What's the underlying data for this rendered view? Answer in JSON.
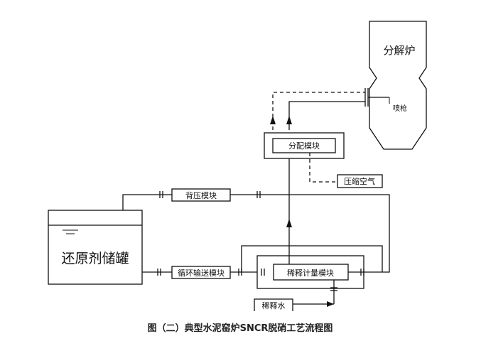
{
  "labels": {
    "furnace": "分解炉",
    "spray_gun": "喷枪",
    "distribution_module": "分配模块",
    "compressed_air": "压缩空气",
    "back_pressure_module": "背压模块",
    "reductant_tank": "还原剂储罐",
    "circulation_module": "循环输送模块",
    "dilution_metering_module": "稀释计量模块",
    "dilution_water": "稀释水"
  },
  "caption": "图（二）典型水泥窑炉SNCR脱硝工艺流程图",
  "colors": {
    "line": "#111111",
    "background": "#ffffff"
  }
}
